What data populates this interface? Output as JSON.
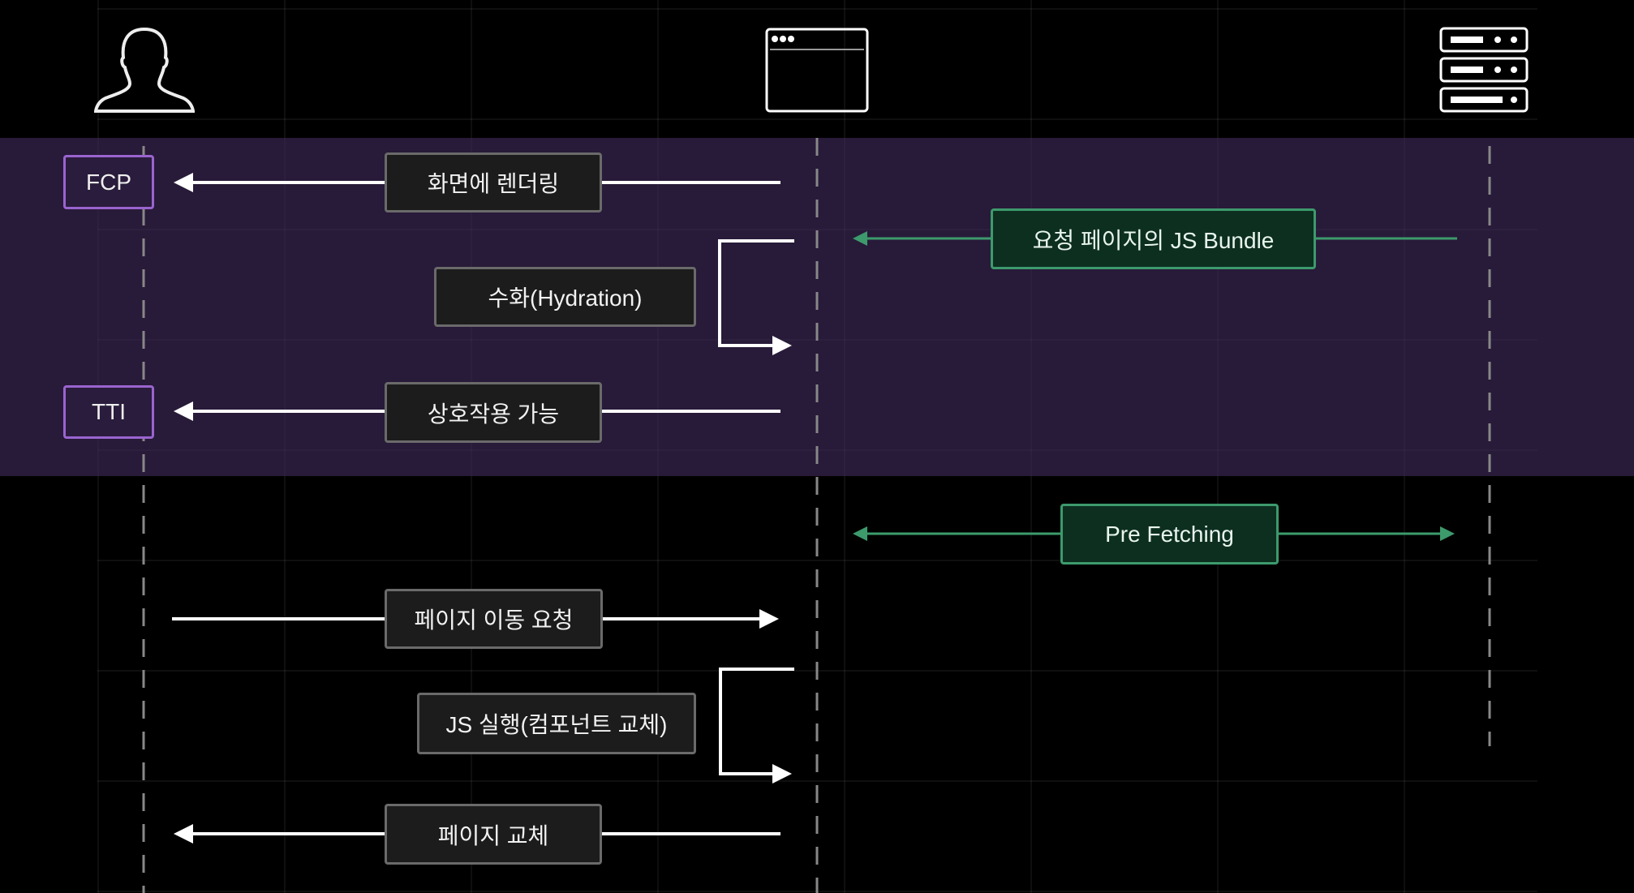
{
  "actors": [
    {
      "name": "user",
      "icon": "person-icon"
    },
    {
      "name": "browser",
      "icon": "browser-window-icon"
    },
    {
      "name": "server",
      "icon": "server-icon"
    }
  ],
  "metrics": {
    "fcp": "FCP",
    "tti": "TTI"
  },
  "messages": {
    "render": "화면에 렌더링",
    "js_bundle": "요청 페이지의 JS Bundle",
    "hydration": "수화(Hydration)",
    "interactive": "상호작용 가능",
    "prefetching": "Pre Fetching",
    "navigate_request": "페이지 이동 요청",
    "js_execute": "JS 실행(컴포넌트 교체)",
    "page_replace": "페이지 교체"
  },
  "colors": {
    "highlight_band": "#3a2752",
    "metric_border": "#9a64cf",
    "green": "#3d9a6c",
    "white": "#ffffff"
  }
}
